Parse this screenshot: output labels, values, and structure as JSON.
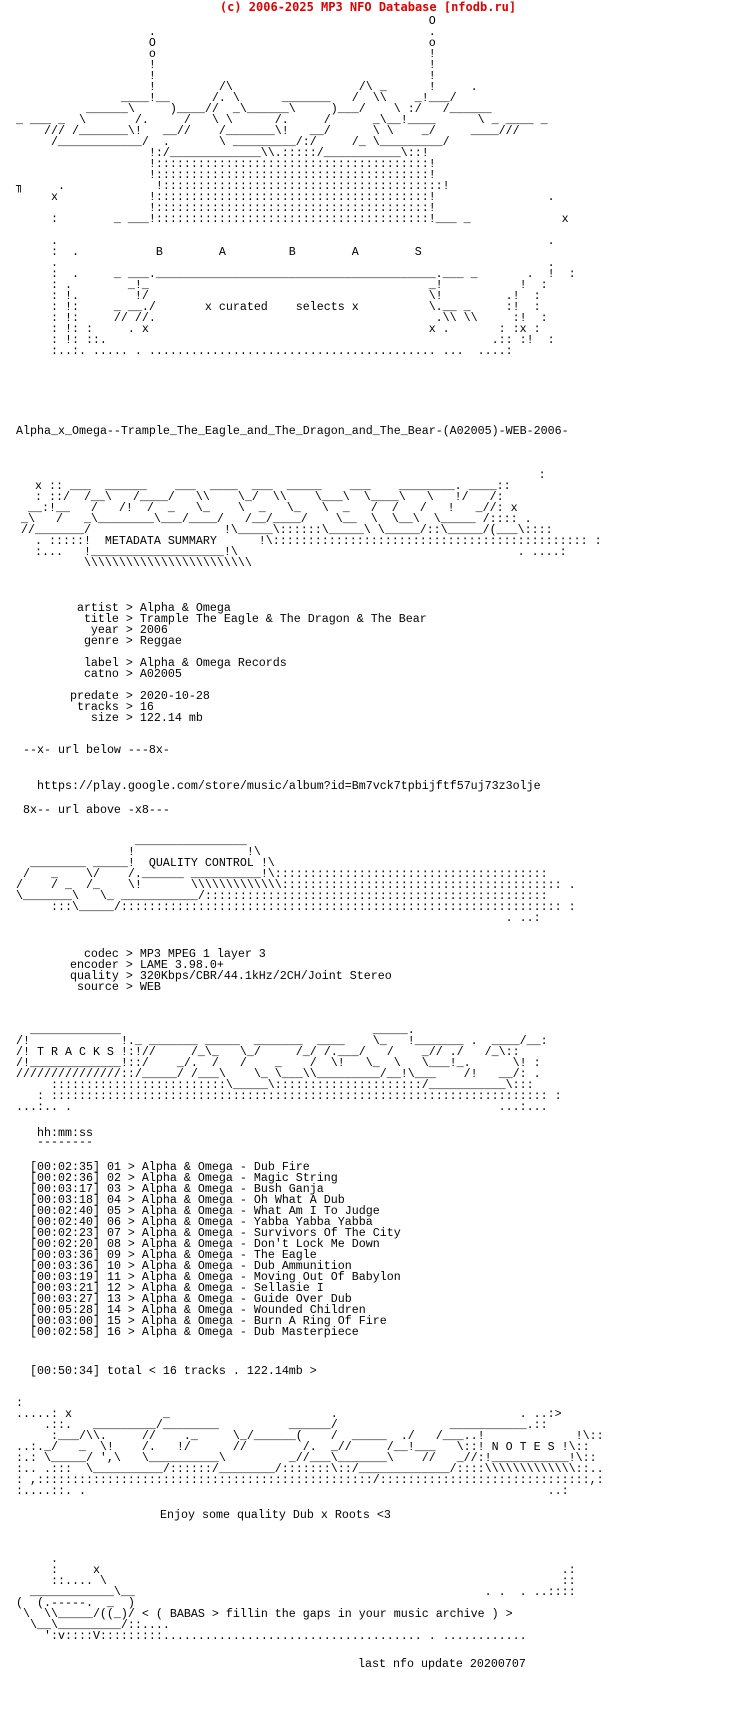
{
  "header": {
    "copyright": "(c) 2006-2025 MP3 NFO Database [nfodb.ru]"
  },
  "logo_art": {
    "lines": [
      "                                                             O",
      "                     .                                       .",
      "                     O                                       o",
      "                     o                                       !",
      "                     !                                       !",
      "                     !                                       !",
      "                     !         /\\                  /\\ _      !     .",
      "                 ____!__      /. \\      _______   /  \\\\    _!___/",
      "            ______\\     )____//  _\\______\\     )___/    \\ :/   /______",
      "  _ ___ _  \\       /.     /   \\ \\      /.     /      _\\__!____      \\ _ ____ _",
      "      /// /_______\\!   __//    /_______\\!   __/      \\ \\    _/     ____///",
      "       /____________/  .       \\ _________/:/     /_ \\_________/",
      "                     !:/_____________\\\\.:::::/___________\\::!",
      "                     !:::::::::::::::::::::::::::::::::::::::!",
      "                     !:::::::::::::::::::::::::::::::::::::::!",
      "  ╖     .             !::::::::::::::::::::::::::::::::::::::::!",
      "       x             !:::::::::::::::::::::::::::::::::::::::!                .",
      "                     !:::::::::::::::::::::::::::::::::::::::!",
      "       :        _ ___!:::::::::::::::::::::::::::::::::::::::!___ _             x",
      "",
      "       .                                                                      .",
      "       :  .           B        A         B        A        S",
      "       .                                                                      .",
      "       :  .     _ ___.________________________________________.___ _       .  !  :",
      "       : .        _!_                                        _!           !  :",
      "       : !.        !/                                        \\!         .!  :",
      "       : !:     _ __./       x curated    selects x          \\.__ _     :!  :",
      "       : !:     // //.                                        .\\\\ \\\\     :!  :",
      "       : !: :     . x                                        x .       : :x :",
      "       : !: ::.                                                       .:: :!  :",
      "       :..:. ..... . ......................................... ...  ....:"
    ]
  },
  "release": {
    "name": "Alpha_x_Omega--Trample_The_Eagle_and_The_Dragon_and_The_Bear-(A02005)-WEB-2006-"
  },
  "metadata_banner": {
    "title": "METADATA SUMMARY",
    "lines": [
      "                                                                             :",
      "     x :: ___  ______    ___  ____  ___  _____    ___    ________. ____::",
      "     : ::/  /__\\   /____/   \\\\    \\_/  \\\\    \\___\\  \\____\\   \\   !/   /:",
      "    __:!__   /   /!  /  _   \\_    \\  _   \\_   \\  _   /  /   /   !   _//: x",
      "   _\\   /   _\\________\\___/____/   /__/____/    \\__  \\  \\__\\  \\_____ /:::: .",
      "   //_______/                   !\\_____\\::::::\\_____\\ \\_____/::\\_____/(___\\::::",
      "     . :::::!  {TITLE}      !\\::::::::::::::::::::::::::::::::::::::::::::: :",
      "     :...   !___________________!\\                                        . ....:",
      "            \\\\\\\\\\\\\\\\\\\\\\\\\\\\\\\\\\\\\\\\\\\\\\\\"
    ]
  },
  "metadata": {
    "fields": [
      {
        "key": "artist",
        "value": "Alpha & Omega"
      },
      {
        "key": "title",
        "value": "Trample The Eagle & The Dragon & The Bear"
      },
      {
        "key": "year",
        "value": "2006"
      },
      {
        "key": "genre",
        "value": "Reggae"
      },
      {
        "key": "",
        "value": ""
      },
      {
        "key": "label",
        "value": "Alpha & Omega Records"
      },
      {
        "key": "catno",
        "value": "A02005"
      },
      {
        "key": "",
        "value": ""
      },
      {
        "key": "predate",
        "value": "2020-10-28"
      },
      {
        "key": "tracks",
        "value": "16"
      },
      {
        "key": "size",
        "value": "122.14 mb"
      }
    ]
  },
  "url_block": {
    "before": "--x- url below ---8x-",
    "url": "https://play.google.com/store/music/album?id=Bm7vck7tpbijftf57uj73z3olje",
    "after": "8x-- url above -x8---"
  },
  "quality_banner": {
    "title": "QUALITY CONTROL",
    "lines": [
      "                  ________________",
      "                 !                !\\",
      "   ________ _____!  QUALITY CONTROL !\\",
      "  /   _    \\/    /.______ __________!\\:::::::::::::::::::::::::::::::::::::::",
      " /    / _  /_    \\!       \\\\\\\\\\\\\\\\\\\\\\\\\\:::::::::::::::::::::::::::::::::::::::: .",
      " \\_______\\   \\_ ___________/:::::::::::::::::::::::::::::::::::::::::::::::::",
      "      :::\\_____/::::::::::::::::::::::::::::::::::::::::::::::::::::::::::::::: :",
      "                                                                       . ..:"
    ]
  },
  "quality": {
    "fields": [
      {
        "key": "codec",
        "value": "MP3 MPEG 1 layer 3"
      },
      {
        "key": "encoder",
        "value": "LAME 3.98.0+"
      },
      {
        "key": "quality",
        "value": "320Kbps/CBR/44.1kHz/2CH/Joint Stereo"
      },
      {
        "key": "source",
        "value": "WEB"
      }
    ]
  },
  "tracks_banner": {
    "title": "T R A C K S",
    "lines": [
      "   _____________                                    _____.",
      " /!             !._ _______ _____  _______  ____    \\_   !_______ .  ____/__:",
      " /! T R A C K S !:!//     /_\\_   \\_/     /_/ /.___/   /    _// ./   /_\\::",
      " /!_____________!::/    _/.  /   /    _    /  \\!   \\_  \\   \\___!_.      \\! :",
      " ///////////////::/_____/ /___\\    \\_ \\___\\\\_________/__!\\___    /!   __/: .",
      "      :::::::::::::::::::::::::\\_____\\:::::::::::::::::::::/___________\\:::",
      "    : ::::::::::::::::::::::::::::::::::::::::::::::::::::::::::::::::::::::: :",
      " ...:.. .                                                             ...:..."
    ]
  },
  "tracklist": {
    "header": "hh:mm:ss",
    "underline": "--------",
    "tracks": [
      {
        "time": "00:02:35",
        "num": "01",
        "artist": "Alpha & Omega",
        "title": "Dub Fire"
      },
      {
        "time": "00:02:36",
        "num": "02",
        "artist": "Alpha & Omega",
        "title": "Magic String"
      },
      {
        "time": "00:03:17",
        "num": "03",
        "artist": "Alpha & Omega",
        "title": "Bush Ganja"
      },
      {
        "time": "00:03:18",
        "num": "04",
        "artist": "Alpha & Omega",
        "title": "Oh What A Dub"
      },
      {
        "time": "00:02:40",
        "num": "05",
        "artist": "Alpha & Omega",
        "title": "What Am I To Judge"
      },
      {
        "time": "00:02:40",
        "num": "06",
        "artist": "Alpha & Omega",
        "title": "Yabba Yabba Yabba"
      },
      {
        "time": "00:02:23",
        "num": "07",
        "artist": "Alpha & Omega",
        "title": "Survivors Of The City"
      },
      {
        "time": "00:02:20",
        "num": "08",
        "artist": "Alpha & Omega",
        "title": "Don't Lock Me Down"
      },
      {
        "time": "00:03:36",
        "num": "09",
        "artist": "Alpha & Omega",
        "title": "The Eagle"
      },
      {
        "time": "00:03:36",
        "num": "10",
        "artist": "Alpha & Omega",
        "title": "Dub Ammunition"
      },
      {
        "time": "00:03:19",
        "num": "11",
        "artist": "Alpha & Omega",
        "title": "Moving Out Of Babylon"
      },
      {
        "time": "00:03:21",
        "num": "12",
        "artist": "Alpha & Omega",
        "title": "Sellasie I"
      },
      {
        "time": "00:03:27",
        "num": "13",
        "artist": "Alpha & Omega",
        "title": "Guide Over Dub"
      },
      {
        "time": "00:05:28",
        "num": "14",
        "artist": "Alpha & Omega",
        "title": "Wounded Children"
      },
      {
        "time": "00:03:00",
        "num": "15",
        "artist": "Alpha & Omega",
        "title": "Burn A Ring Of Fire"
      },
      {
        "time": "00:02:58",
        "num": "16",
        "artist": "Alpha & Omega",
        "title": "Dub Masterpiece"
      }
    ],
    "total": "[00:50:34] total < 16 tracks . 122.14mb >"
  },
  "notes_banner": {
    "title": "N O T E S",
    "lines": [
      " :",
      " .....: x             _                       .                          . ..:>",
      "     .::.   _________/________          ______/                ___________.::",
      "      :___/\\\\.     //    ._     \\_/______(    /  _____  ./   /___..!             !\\::",
      " ..:._/   _  \\!    /.   !/      //        /.  _//     /__!___   \\::! N O T E S !\\::",
      " :.: \\_____/ ',\\   \\__________\\         _//___\\_______\\    //   _//:!___________!\\::",
      " :.. .:::  \\__________/::::::/________/:::::::\\::/_____________/::::\\\\\\\\\\\\\\\\\\\\\\\\\\::..",
      " : ,::::::::::::::::::::::::::::::::::::::::::::::::/::::::::::::::::::::::::::::::,:",
      " :....::. .                                                                  ..:"
    ]
  },
  "notes": {
    "text": "Enjoy some quality Dub x Roots <3"
  },
  "footer_art": {
    "tagline": "< ( BABAS > fillin the gaps in your music archive ) >",
    "lines": [
      "      .",
      "      :     x                                                                  .:",
      "      ::.... \\                                                                 ::",
      "   ____________\\__                                                  . .  . ..::::",
      " (  (.-----.  _  )",
      "  \\  \\\\_____/((_)/ {TAGLINE}",
      "   \\__\\_________/::....",
      "     ':v::::V:::::::::..................................... . ............"
    ],
    "update": "last nfo update 20200707"
  }
}
